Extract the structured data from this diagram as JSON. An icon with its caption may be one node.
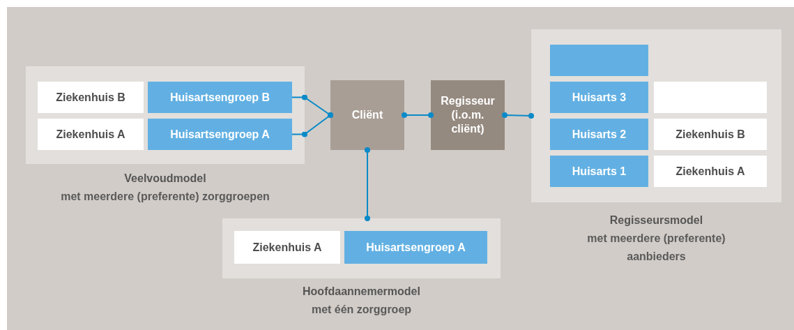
{
  "diagram": {
    "nodes": [
      {
        "text": [
          "Veelvoudmodel",
          "met meerdere (preferente) zorggroepen"
        ]
      },
      {
        "text": [
          "Ziekenhuis B"
        ],
        "in": 0
      },
      {
        "text": [
          "Huisartsengroep B"
        ],
        "in": 0
      },
      {
        "text": [
          "Ziekenhuis A"
        ],
        "in": 0
      },
      {
        "text": [
          "Huisartsengroep A"
        ],
        "in": 0
      },
      {
        "text": [
          "Cliënt"
        ]
      },
      {
        "text": [
          "Regisseur (i.o.m. cliënt)"
        ]
      },
      {
        "text": [
          "Regisseursmodel",
          "met meerdere (preferente) aanbieders"
        ]
      },
      {
        "text": [],
        "shape": "box",
        "in": 7
      },
      {
        "text": [
          "Huisarts 3"
        ],
        "in": 7
      },
      {
        "text": [],
        "shape": "box",
        "in": 7
      },
      {
        "text": [
          "Huisarts 2"
        ],
        "in": 7
      },
      {
        "text": [
          "Ziekenhuis B"
        ],
        "in": 7
      },
      {
        "text": [
          "Huisarts 1"
        ],
        "in": 7
      },
      {
        "text": [
          "Ziekenhuis A"
        ],
        "in": 7
      },
      {
        "text": [
          "Hoofdaannemermodel",
          "met één zorggroep"
        ]
      },
      {
        "text": [
          "Ziekenhuis A"
        ],
        "in": 15
      },
      {
        "text": [
          "Huisartsengroep A"
        ],
        "in": 15
      }
    ],
    "edges": [
      {
        "from": 2,
        "to": 5,
        "arrow": "other"
      },
      {
        "from": 4,
        "to": 5,
        "arrow": "other"
      },
      {
        "from": 5,
        "to": 6,
        "arrow": "other"
      },
      {
        "from": 6,
        "to": 7,
        "arrow": "other"
      },
      {
        "from": 5,
        "to": 15,
        "arrow": "other"
      }
    ]
  }
}
